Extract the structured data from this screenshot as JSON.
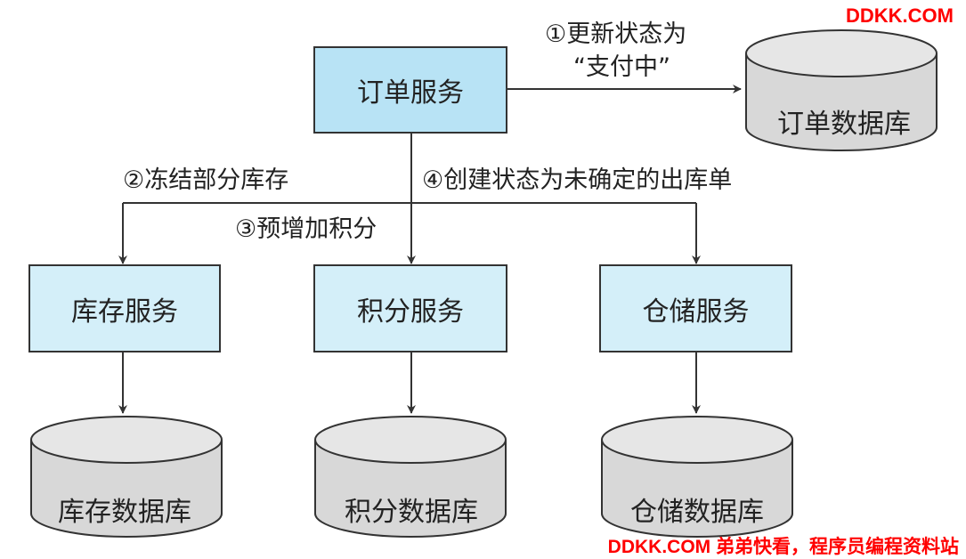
{
  "watermark_top": "DDKK.COM",
  "watermark_bottom": "DDKK.COM 弟弟快看，程序员编程资料站",
  "services": {
    "order": "订单服务",
    "inventory": "库存服务",
    "points": "积分服务",
    "warehouse": "仓储服务"
  },
  "databases": {
    "order": "订单数据库",
    "inventory": "库存数据库",
    "points": "积分数据库",
    "warehouse": "仓储数据库"
  },
  "steps": {
    "step1_line1": "①更新状态为",
    "step1_line2": "“支付中”",
    "step2": "②冻结部分库存",
    "step3": "③预增加积分",
    "step4": "④创建状态为未确定的出库单"
  },
  "colors": {
    "main_box": "#b8e3f5",
    "sub_box": "#d4eff9",
    "db_top": "#e6e6e6",
    "db_body": "#d8d8d8",
    "stroke": "#333333",
    "watermark": "#ff0000"
  }
}
